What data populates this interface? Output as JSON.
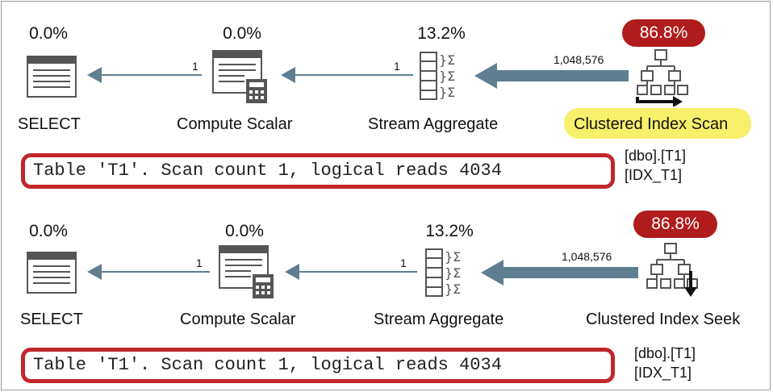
{
  "plans": [
    {
      "operators": [
        {
          "pct": "0.0%",
          "label": "SELECT"
        },
        {
          "pct": "0.0%",
          "label": "Compute Scalar"
        },
        {
          "pct": "13.2%",
          "label": "Stream Aggregate"
        },
        {
          "pct": "86.8%",
          "label": "Clustered Index Scan"
        }
      ],
      "edges": [
        {
          "rows": "1"
        },
        {
          "rows": "1"
        },
        {
          "rows": "1,048,576"
        }
      ],
      "object_line1": "[dbo].[T1]",
      "object_line2": "[IDX_T1]",
      "message": "Table 'T1'. Scan count 1, logical reads 4034"
    },
    {
      "operators": [
        {
          "pct": "0.0%",
          "label": "SELECT"
        },
        {
          "pct": "0.0%",
          "label": "Compute Scalar"
        },
        {
          "pct": "13.2%",
          "label": "Stream Aggregate"
        },
        {
          "pct": "86.8%",
          "label": "Clustered Index Seek"
        }
      ],
      "edges": [
        {
          "rows": "1"
        },
        {
          "rows": "1"
        },
        {
          "rows": "1,048,576"
        }
      ],
      "object_line1": "[dbo].[T1]",
      "object_line2": "[IDX_T1]",
      "message": "Table 'T1'. Scan count 1, logical reads 4034"
    }
  ],
  "colors": {
    "badge": "#b01c1c",
    "highlight": "#f7f06a",
    "message_border": "#c0282c",
    "arrow": "#5f7f91",
    "icon_stroke": "#555555"
  },
  "icons": [
    "select-icon",
    "compute-scalar-icon",
    "stream-aggregate-icon",
    "clustered-index-scan-icon",
    "clustered-index-seek-icon"
  ]
}
